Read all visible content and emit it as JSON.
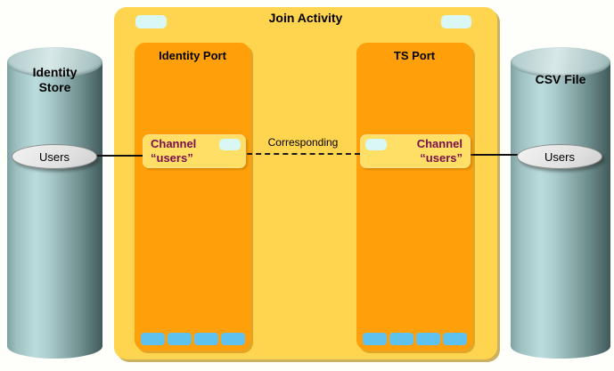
{
  "diagram": {
    "title": "Join Activity",
    "connection_label": "Corresponding",
    "ports": [
      {
        "id": "identity-port",
        "label": "Identity Port",
        "channel": {
          "line1": "Channel",
          "line2": "“users”"
        }
      },
      {
        "id": "ts-port",
        "label": "TS Port",
        "channel": {
          "line1": "Channel",
          "line2": "“users”"
        }
      }
    ],
    "stores": [
      {
        "id": "identity-store",
        "label": "Identity\nStore",
        "entity": "Users"
      },
      {
        "id": "csv-file",
        "label": "CSV File",
        "entity": "Users"
      }
    ],
    "colors": {
      "outer_box": "#FFD44F",
      "port_box": "#FFA00A",
      "channel_box": "#FFDF66",
      "cyan_chip": "#D8F7F5",
      "blue_chip": "#5EC1EE",
      "channel_text": "#7A0D4D",
      "cylinder_light": "#BADCDC",
      "cylinder_dark": "#41595A"
    }
  }
}
